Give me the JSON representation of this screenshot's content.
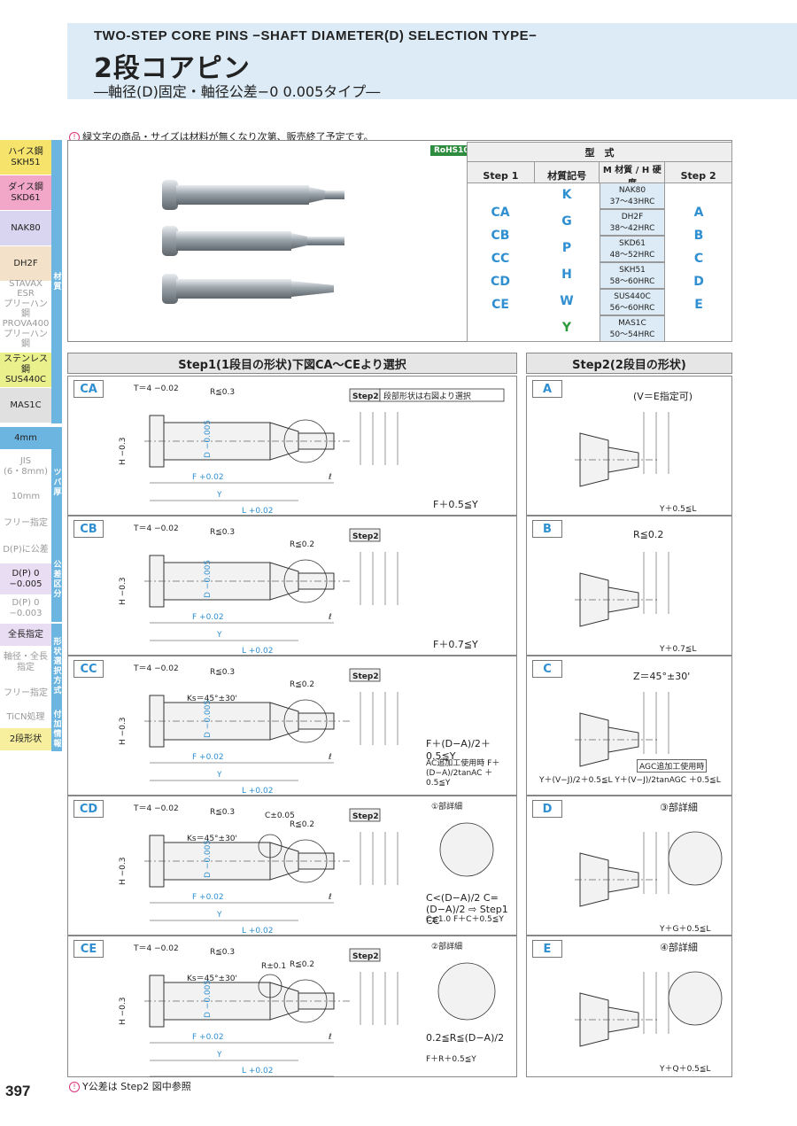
{
  "header": {
    "en_title": "TWO-STEP CORE PINS −SHAFT DIAMETER(D) SELECTION TYPE−",
    "jp_title": "2段コアピン",
    "subtitle": "―軸径(D)固定・軸径公差−0 0.005タイプ―"
  },
  "sidebar": {
    "materials": [
      {
        "label": "ハイス鋼\nSKH51",
        "color": "#f5e36b"
      },
      {
        "label": "ダイス鋼\nSKD61",
        "color": "#f2a6c8"
      },
      {
        "label": "NAK80",
        "color": "#d9d4ef"
      },
      {
        "label": "DH2F",
        "color": "#f3e2c9"
      },
      {
        "label": "STAVAX ESR\nプリーハン鋼",
        "color": "#ffffff"
      },
      {
        "label": "PROVA400\nプリーハン鋼",
        "color": "#ffffff"
      },
      {
        "label": "ステンレス鋼\nSUS440C",
        "color": "#e9f08c"
      },
      {
        "label": "MAS1C",
        "color": "#e0e0e0"
      }
    ],
    "material_group": "材質",
    "tsuba": [
      {
        "label": "4mm",
        "color": "#6bb5e0"
      },
      {
        "label": "JIS\n(6・8mm)",
        "color": "#ffffff"
      },
      {
        "label": "10mm",
        "color": "#ffffff"
      },
      {
        "label": "フリー指定",
        "color": "#ffffff"
      }
    ],
    "tsuba_group": "ツバ厚",
    "tolerance": [
      {
        "label": "D(P)に公差",
        "color": "#ffffff"
      },
      {
        "label": "D(P) 0 −0.005",
        "color": "#e8ddf2"
      },
      {
        "label": "D(P) 0 −0.003",
        "color": "#ffffff"
      }
    ],
    "tolerance_group": "公差区分",
    "shape": [
      {
        "label": "全長指定",
        "color": "#e8ddf2"
      },
      {
        "label": "軸径・全長\n指定",
        "color": "#ffffff"
      },
      {
        "label": "フリー指定",
        "color": "#ffffff"
      }
    ],
    "shape_group": "形状選択方式",
    "extra": [
      {
        "label": "TiCN処理",
        "color": "#ffffff"
      },
      {
        "label": "2段形状",
        "color": "#f7ef9d"
      }
    ],
    "extra_group": "付加情報"
  },
  "note": "緑文字の商品・サイズは材料が無くなり次第、販売終了予定です。",
  "rohs": "RoHS10",
  "spec_table": {
    "title": "型　式",
    "headers": [
      "Step 1",
      "材質記号",
      "M 材質 / H 硬度",
      "Step 2"
    ],
    "step1": [
      "CA",
      "CB",
      "CC",
      "CD",
      "CE"
    ],
    "step2": [
      "A",
      "B",
      "C",
      "D",
      "E"
    ],
    "materials": [
      {
        "code": "K",
        "name": "NAK80",
        "hardness": "37〜43HRC"
      },
      {
        "code": "G",
        "name": "DH2F",
        "hardness": "38〜42HRC"
      },
      {
        "code": "P",
        "name": "SKD61",
        "hardness": "48〜52HRC"
      },
      {
        "code": "H",
        "name": "SKH51",
        "hardness": "58〜60HRC"
      },
      {
        "code": "W",
        "name": "SUS440C",
        "hardness": "56〜60HRC"
      },
      {
        "code": "Y",
        "name": "MAS1C",
        "hardness": "50〜54HRC"
      }
    ]
  },
  "step1": {
    "title": "Step1(1段目の形状)下図CA〜CEより選択",
    "types": [
      {
        "code": "CA",
        "formula": "F＋0.5≦Y",
        "extra": ""
      },
      {
        "code": "CB",
        "formula": "F＋0.7≦Y",
        "extra": ""
      },
      {
        "code": "CC",
        "formula": "F＋(D−A)/2＋0.5≦Y",
        "extra": "AC追加工使用時  F＋(D−A)/2tanAC ＋0.5≦Y"
      },
      {
        "code": "CD",
        "formula": "C<(D−A)/2  C=(D−A)/2 ⇨ Step1 CC",
        "extra": "C≦1.0  F＋C＋0.5≦Y"
      },
      {
        "code": "CE",
        "formula": "0.2≦R≦(D−A)/2",
        "extra": "F＋R＋0.5≦Y"
      }
    ],
    "labels": {
      "T": "T＝4 −0.02",
      "R03": "R≦0.3",
      "R02": "R≦0.2",
      "Ks": "Ks＝45°±30'",
      "Cpm": "C±0.05",
      "Rpm": "R±0.1",
      "step2tag": "Step2",
      "step2note": "段部形状は右図より選択",
      "detail1": "①部詳細",
      "detail2": "②部詳細",
      "H": "H −0.3",
      "D": "D −0.005",
      "F": "F +0.02",
      "Y": "Y",
      "L": "L +0.02",
      "l": "ℓ"
    }
  },
  "step2": {
    "title": "Step2(2段目の形状)",
    "types": [
      {
        "code": "A",
        "note": "(V＝E指定可)",
        "formula": "Y＋0.5≦L"
      },
      {
        "code": "B",
        "note": "R≦0.2",
        "formula": "Y＋0.7≦L"
      },
      {
        "code": "C",
        "note": "Z＝45°±30'",
        "formula": "Y＋(V−J)/2＋0.5≦L  Y＋(V−J)/2tanAGC ＋0.5≦L"
      },
      {
        "code": "D",
        "note": "③部詳細",
        "formula": "Y＋G＋0.5≦L"
      },
      {
        "code": "E",
        "note": "④部詳細",
        "formula": "Y＋Q＋0.5≦L"
      }
    ],
    "agc": "AGC追加工使用時"
  },
  "footer": {
    "page_number": "397",
    "note": "Y公差は Step2 図中参照"
  },
  "colors": {
    "accent": "#2f8fd0",
    "header_bg": "#dcebf5",
    "green": "#2d9a3a"
  }
}
